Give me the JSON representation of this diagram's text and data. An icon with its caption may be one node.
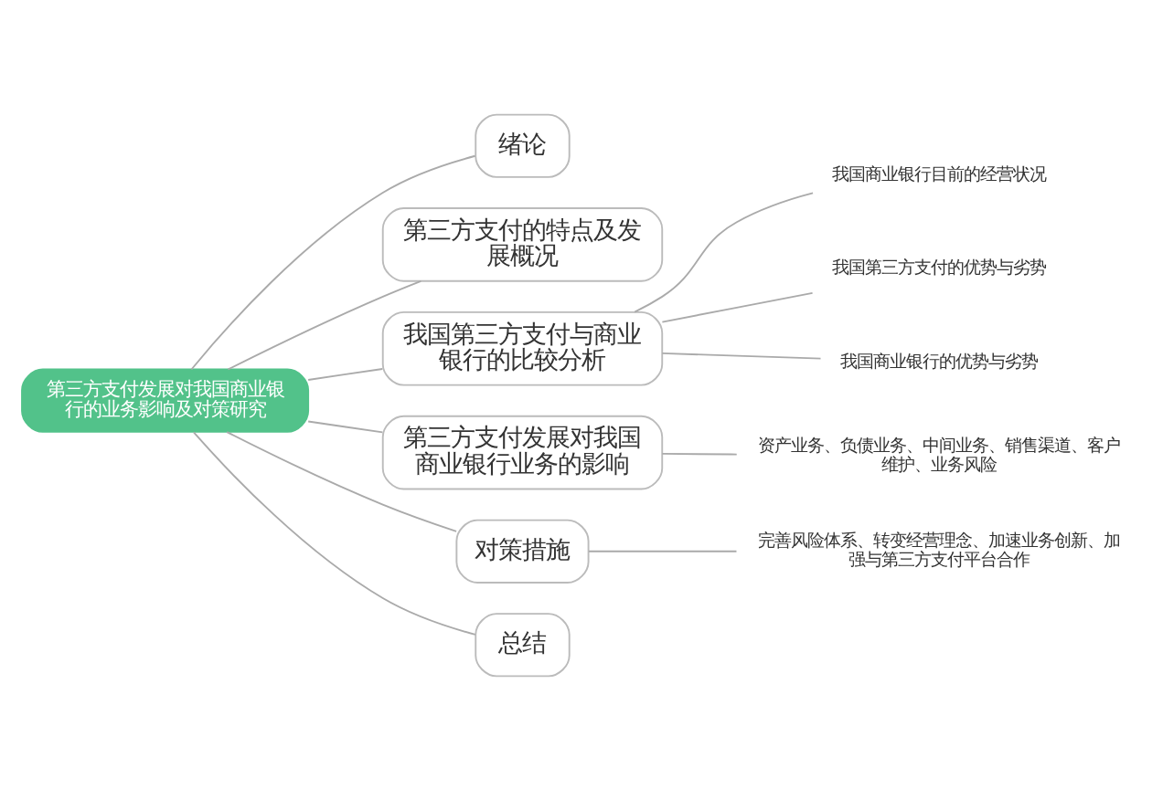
{
  "diagram": {
    "nodes": [
      {
        "text": [
          "第三方支付发展对我国商业银行的业务影响及对策研究"
        ]
      },
      {
        "text": [
          "绪论"
        ]
      },
      {
        "text": [
          "第三方支付的特点及发展概况"
        ]
      },
      {
        "text": [
          "我国第三方支付与商业银行的比较分析"
        ]
      },
      {
        "text": [
          "第三方支付发展对我国商业银行业务的影响"
        ]
      },
      {
        "text": [
          "对策措施"
        ]
      },
      {
        "text": [
          "总结"
        ]
      },
      {
        "text": [
          "我国商业银行目前的经营状况"
        ]
      },
      {
        "text": [
          "我国第三方支付的优势与劣势"
        ]
      },
      {
        "text": [
          "我国商业银行的优势与劣势"
        ]
      },
      {
        "text": [
          "资产业务、负债业务、中间业务、销售渠道、客户维护、业务风险"
        ]
      },
      {
        "text": [
          "完善风险体系、转变经营理念、加速业务创新、加强与第三方支付平台合作"
        ]
      }
    ],
    "edges": [
      {
        "from": 0,
        "to": 1,
        "arrow": "none"
      },
      {
        "from": 0,
        "to": 2,
        "arrow": "none"
      },
      {
        "from": 0,
        "to": 3,
        "arrow": "none"
      },
      {
        "from": 0,
        "to": 4,
        "arrow": "none"
      },
      {
        "from": 0,
        "to": 5,
        "arrow": "none"
      },
      {
        "from": 0,
        "to": 6,
        "arrow": "none"
      },
      {
        "from": 3,
        "to": 7,
        "arrow": "none"
      },
      {
        "from": 3,
        "to": 8,
        "arrow": "none"
      },
      {
        "from": 3,
        "to": 9,
        "arrow": "none"
      },
      {
        "from": 4,
        "to": 10,
        "arrow": "none"
      },
      {
        "from": 5,
        "to": 11,
        "arrow": "none"
      }
    ]
  }
}
